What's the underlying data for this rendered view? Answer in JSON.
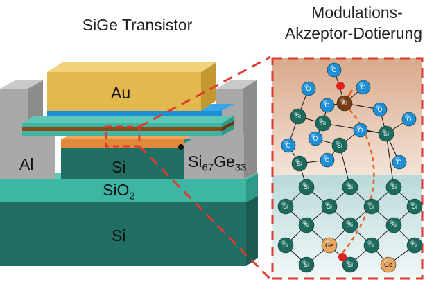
{
  "titles": {
    "left": "SiGe Transistor",
    "right_line1": "Modulations-",
    "right_line2": "Akzeptor-Dotierung"
  },
  "device_labels": {
    "au": "Au",
    "al": "Al",
    "si_channel": "Si",
    "sio2": "SiO",
    "sio2_sub": "2",
    "si_substrate": "Si",
    "sige": "Si",
    "sige_sub1": "67",
    "sige_mid": "Ge",
    "sige_sub2": "33"
  },
  "atoms": {
    "o": "O",
    "si": "Si",
    "al": "Al",
    "ge": "Ge"
  },
  "colors": {
    "gold": "#E3B84E",
    "teal": "#3EB6A4",
    "dark_teal": "#1F6B5E",
    "gray": "#A9A9A9",
    "orange": "#E0893A",
    "dashed_red": "#E03A2E",
    "o_atom": "#1E8FD6",
    "si_atom": "#1C6B5E",
    "al_atom": "#7A3A10",
    "ge_atom": "#E8A560"
  }
}
